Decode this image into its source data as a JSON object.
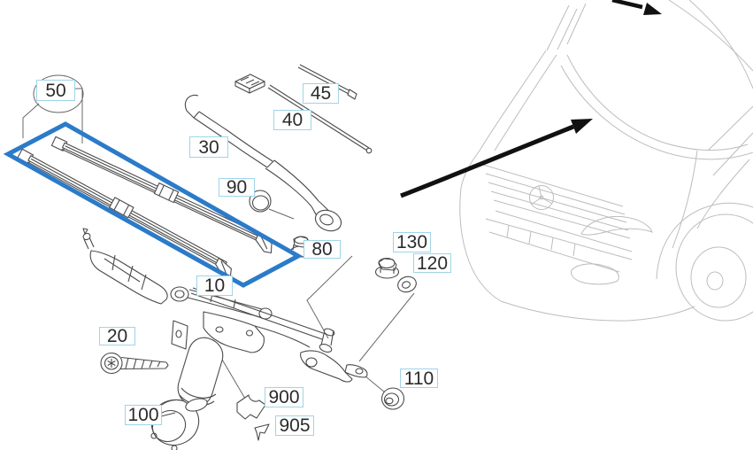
{
  "diagram_labels": {
    "c10": "10",
    "c20": "20",
    "c30": "30",
    "c40": "40",
    "c45": "45",
    "c50": "50",
    "c80": "80",
    "c90": "90",
    "c100": "100",
    "c110": "110",
    "c120": "120",
    "c130": "130",
    "c900": "900",
    "c905": "905"
  },
  "highlight": {
    "color": "#2b7bc9",
    "style": "selection-outline"
  },
  "label_style": {
    "border_color": "#9fd4e8",
    "fill": "#ffffff",
    "text_color": "#2b2b2b"
  },
  "line_colors": {
    "parts": "#4a4a4a",
    "vehicle_sketch": "#bdbdbd",
    "arrow": "#111111",
    "leader": "#6a6a6a"
  }
}
